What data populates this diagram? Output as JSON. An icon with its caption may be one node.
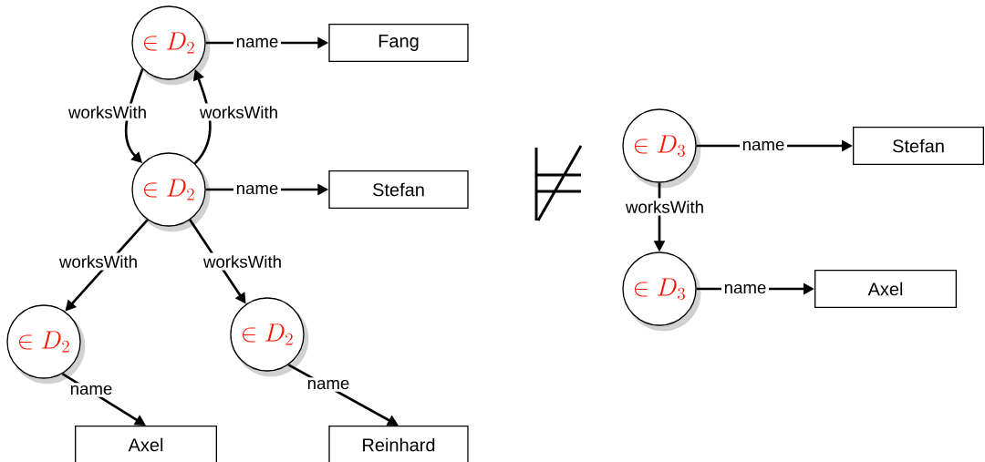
{
  "diagram": {
    "nodes": [
      {
        "text": [
          "\\in D_2"
        ]
      },
      {
        "text": [
          "Fang"
        ]
      },
      {
        "text": [
          "\\in D_2"
        ]
      },
      {
        "text": [
          "Stefan"
        ]
      },
      {
        "text": [
          "\\in D_2"
        ]
      },
      {
        "text": [
          "\\in D_2"
        ]
      },
      {
        "text": [
          "Axel"
        ]
      },
      {
        "text": [
          "Reinhard"
        ]
      },
      {
        "text": [
          "\\in D_3"
        ]
      },
      {
        "text": [
          "Stefan"
        ]
      },
      {
        "text": [
          "\\in D_3"
        ]
      },
      {
        "text": [
          "Axel"
        ]
      }
    ],
    "edges": [
      {
        "from": 0,
        "to": 1,
        "arrow": "to",
        "label": "name"
      },
      {
        "from": 0,
        "to": 2,
        "arrow": "to",
        "label": "worksWith"
      },
      {
        "from": 2,
        "to": 0,
        "arrow": "to",
        "label": "worksWith"
      },
      {
        "from": 2,
        "to": 3,
        "arrow": "to",
        "label": "name"
      },
      {
        "from": 2,
        "to": 4,
        "arrow": "to",
        "label": "worksWith"
      },
      {
        "from": 2,
        "to": 5,
        "arrow": "to",
        "label": "worksWith"
      },
      {
        "from": 4,
        "to": 6,
        "arrow": "to",
        "label": "name"
      },
      {
        "from": 5,
        "to": 7,
        "arrow": "to",
        "label": "name"
      },
      {
        "from": 8,
        "to": 9,
        "arrow": "to",
        "label": "name"
      },
      {
        "from": 8,
        "to": 10,
        "arrow": "to",
        "label": "worksWith"
      },
      {
        "from": 10,
        "to": 11,
        "arrow": "to",
        "label": "name"
      }
    ]
  }
}
